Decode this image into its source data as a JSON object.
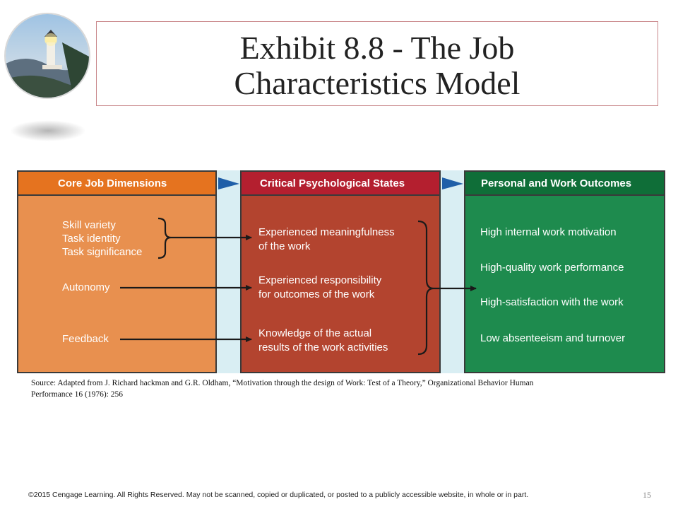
{
  "title": {
    "line1": "Exhibit 8.8 - The Job",
    "line2": "Characteristics Model"
  },
  "columns": [
    {
      "heading": "Core Job Dimensions",
      "color": "#e5731f"
    },
    {
      "heading": "Critical Psychological States",
      "color": "#b41f2f"
    },
    {
      "heading": "Personal and Work Outcomes",
      "color": "#0f6e38"
    }
  ],
  "core_dimensions": {
    "group1": [
      "Skill variety",
      "Task identity",
      "Task significance"
    ],
    "autonomy": "Autonomy",
    "feedback": "Feedback"
  },
  "psychological_states": [
    {
      "line1": "Experienced meaningfulness",
      "line2": "of the work"
    },
    {
      "line1": "Experienced responsibility",
      "line2": "for outcomes of the work"
    },
    {
      "line1": "Knowledge of the actual",
      "line2": "results of the work activities"
    }
  ],
  "outcomes": [
    "High internal work motivation",
    "High-quality work performance",
    "High-satisfaction with the work",
    "Low absenteeism and turnover"
  ],
  "source": {
    "line1": "Source: Adapted from J. Richard hackman and G.R. Oldham, “Motivation through the design of Work: Test of a Theory,” Organizational Behavior Human",
    "line2": "Performance 16 (1976): 256"
  },
  "footer": "©2015 Cengage Learning. All Rights Reserved. May not be scanned, copied or duplicated, or posted to a publicly accessible website, in whole or in part.",
  "page_number": "15"
}
